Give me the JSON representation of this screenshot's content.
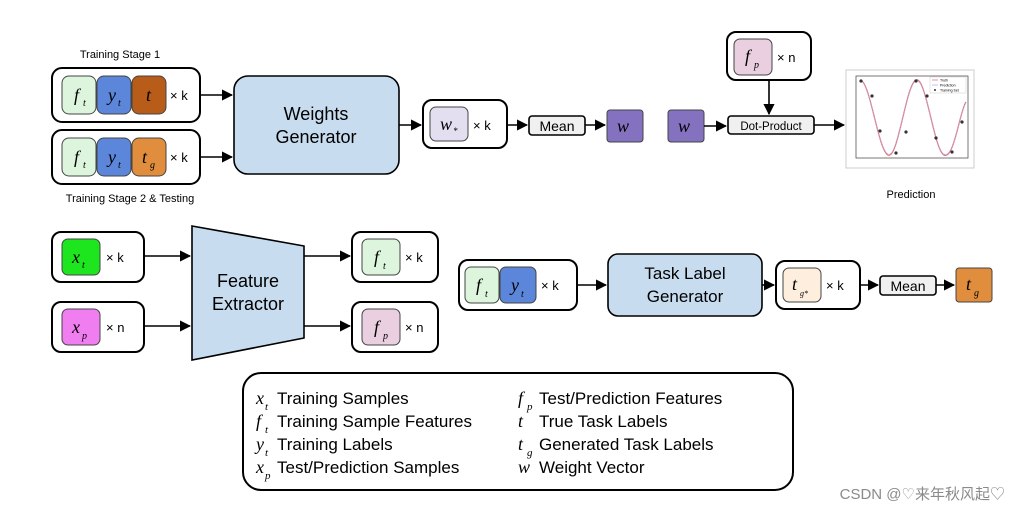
{
  "stage_labels": {
    "training_stage_1": "Training Stage 1",
    "training_stage_2": "Training Stage 2 & Testing",
    "prediction": "Prediction"
  },
  "symbols": {
    "f_t": {
      "base": "f",
      "sub": "t"
    },
    "y_t": {
      "base": "y",
      "sub": "t"
    },
    "t": {
      "base": "t",
      "sub": ""
    },
    "t_g": {
      "base": "t",
      "sub": "g"
    },
    "w_star": {
      "base": "w",
      "sub": "*"
    },
    "w": {
      "base": "w",
      "sub": ""
    },
    "f_p": {
      "base": "f",
      "sub": "p"
    },
    "x_t": {
      "base": "x",
      "sub": "t"
    },
    "x_p": {
      "base": "x",
      "sub": "p"
    },
    "t_g_star": {
      "base": "t",
      "sub": "g*"
    }
  },
  "multipliers": {
    "k": "× k",
    "n": "× n"
  },
  "blocks": {
    "weights_generator_line1": "Weights",
    "weights_generator_line2": "Generator",
    "feature_extractor_line1": "Feature",
    "feature_extractor_line2": "Extractor",
    "task_label_generator_line1": "Task Label",
    "task_label_generator_line2": "Generator",
    "mean": "Mean",
    "dot_product": "Dot-Product"
  },
  "legend": {
    "left": [
      {
        "sym": "x",
        "sub": "t",
        "text": "Training Samples"
      },
      {
        "sym": "f",
        "sub": "t",
        "text": "Training Sample Features"
      },
      {
        "sym": "y",
        "sub": "t",
        "text": "Training Labels"
      },
      {
        "sym": "x",
        "sub": "p",
        "text": "Test/Prediction Samples"
      }
    ],
    "right": [
      {
        "sym": "f",
        "sub": "p",
        "text": "Test/Prediction Features"
      },
      {
        "sym": "t",
        "sub": "",
        "text": "True Task Labels"
      },
      {
        "sym": "t",
        "sub": "g",
        "text": "Generated Task Labels"
      },
      {
        "sym": "w",
        "sub": "",
        "text": "Weight Vector"
      }
    ]
  },
  "watermark": "CSDN @♡来年秋风起♡",
  "colors": {
    "f_t": "#ddf5dc",
    "y_t": "#5b86d9",
    "t_true": "#b85c1a",
    "t_gen": "#e08e3d",
    "w_star": "#e3def0",
    "w": "#8472c0",
    "f_p": "#e9cfe0",
    "x_t": "#1ee61e",
    "x_p": "#f07ef0",
    "t_g_star": "#fdeedd",
    "block_fill": "#c8dcef",
    "mean_fill": "#f0f0f0"
  },
  "inset_plot": {
    "legend_entries": [
      "Truth",
      "Prediction",
      "Training Set"
    ]
  }
}
